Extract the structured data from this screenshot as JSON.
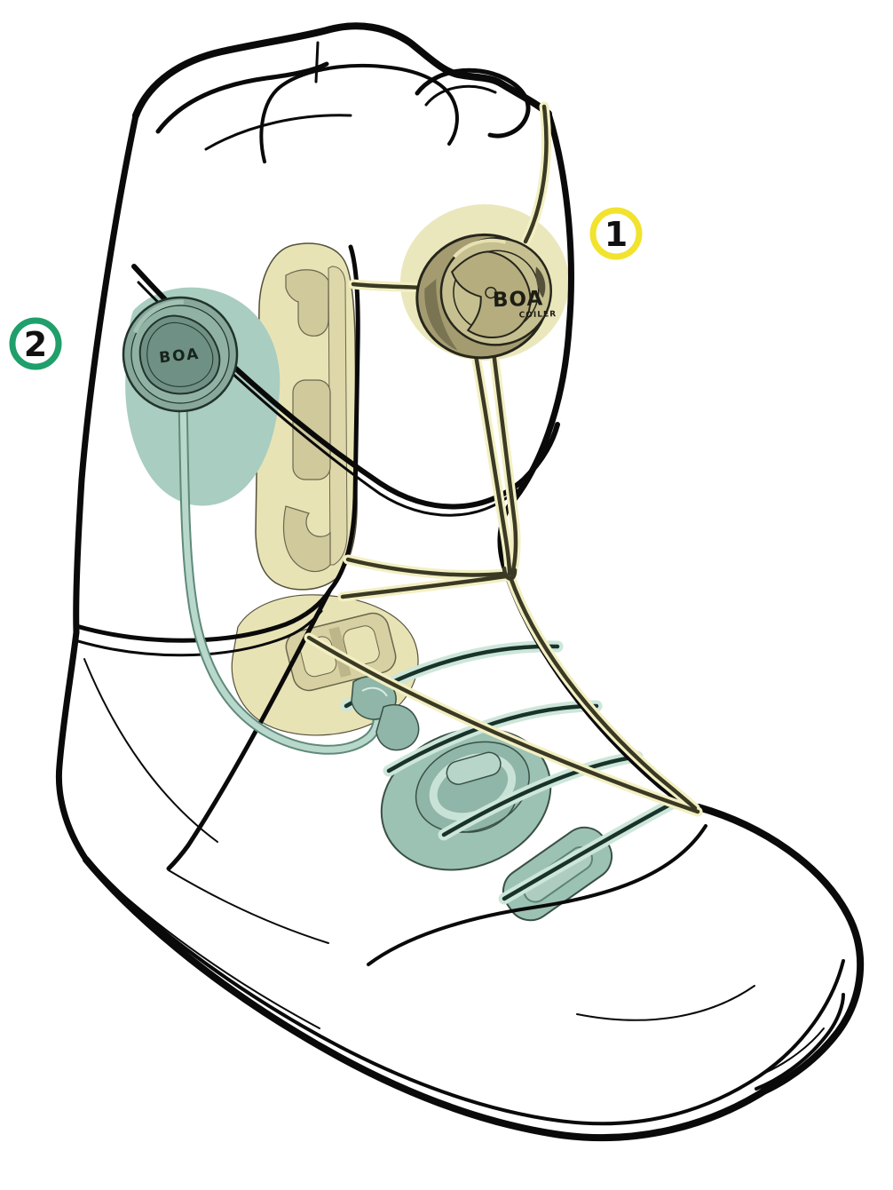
{
  "figure": {
    "type": "technical-illustration",
    "subject": "Snowboard boot side view with dual-zone BOA lacing system",
    "background_color": "#ffffff"
  },
  "callouts": [
    {
      "number": "1",
      "ring_color": "#f1e32e",
      "refers_to": "upper-zone BOA Coiler dial (yellow highlighted zone)"
    },
    {
      "number": "2",
      "ring_color": "#1f9f6b",
      "refers_to": "lower-zone BOA dial (teal highlighted zone)"
    }
  ],
  "dials": {
    "dial1": {
      "brand": "BOA",
      "model": "COILER"
    },
    "dial2": {
      "brand": "BOA"
    }
  },
  "colors": {
    "outline": "#0a0a0a",
    "upper_zone_highlight": "#ebe7bc",
    "upper_zone_panel": "#e8e3b5",
    "upper_zone_panel_inner": "#cfc99c",
    "upper_zone_cable": "#3a3a24",
    "upper_cable_glow": "#f3efc3",
    "lower_zone_highlight": "#a9cdc0",
    "lower_zone_parts": "#9cc2b4",
    "lower_zone_cable": "#19332b",
    "lower_cable_glow": "#cde6da",
    "dial1_body": "#c6bf90",
    "dial2_body": "#87a89a"
  }
}
